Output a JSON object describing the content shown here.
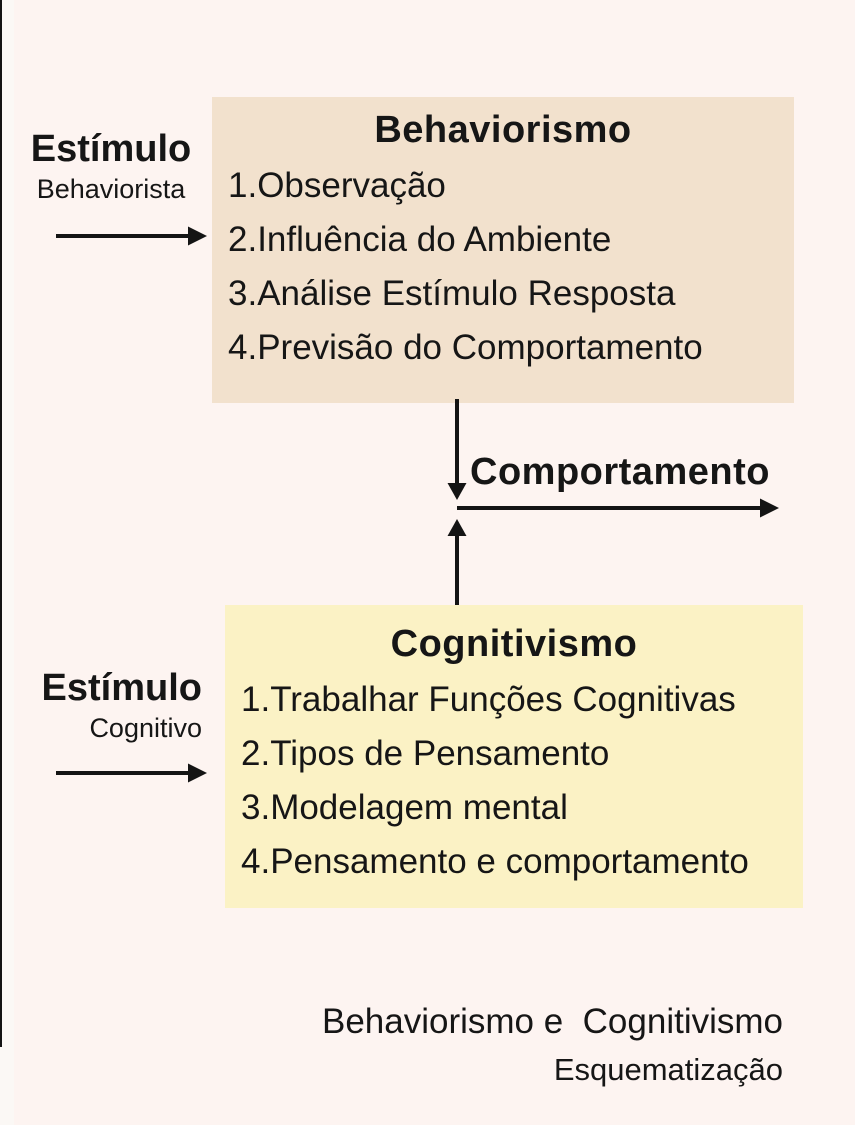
{
  "colors": {
    "background": "#fdf4f1",
    "behaviorism_box_fill": "#f2e1cd",
    "cognitivism_box_fill": "#fbf2c5",
    "text": "#161616",
    "arrow": "#141414"
  },
  "stimulus_behaviorist": {
    "title": "Estímulo",
    "subtitle": "Behaviorista"
  },
  "behaviorism_box": {
    "title": "Behaviorismo",
    "items": [
      "1.Observação",
      "2.Influência do Ambiente",
      "3.Análise Estímulo Resposta",
      "4.Previsão do Comportamento"
    ]
  },
  "mid_label": "Comportamento",
  "stimulus_cognitive": {
    "title": "Estímulo",
    "subtitle": "Cognitivo"
  },
  "cognitivism_box": {
    "title": "Cognitivismo",
    "items": [
      "1.Trabalhar Funções Cognitivas",
      "2.Tipos de Pensamento",
      "3.Modelagem mental",
      "4.Pensamento e comportamento"
    ]
  },
  "caption": {
    "line1": "Behaviorismo e  Cognitivismo",
    "line2": "Esquematização"
  }
}
